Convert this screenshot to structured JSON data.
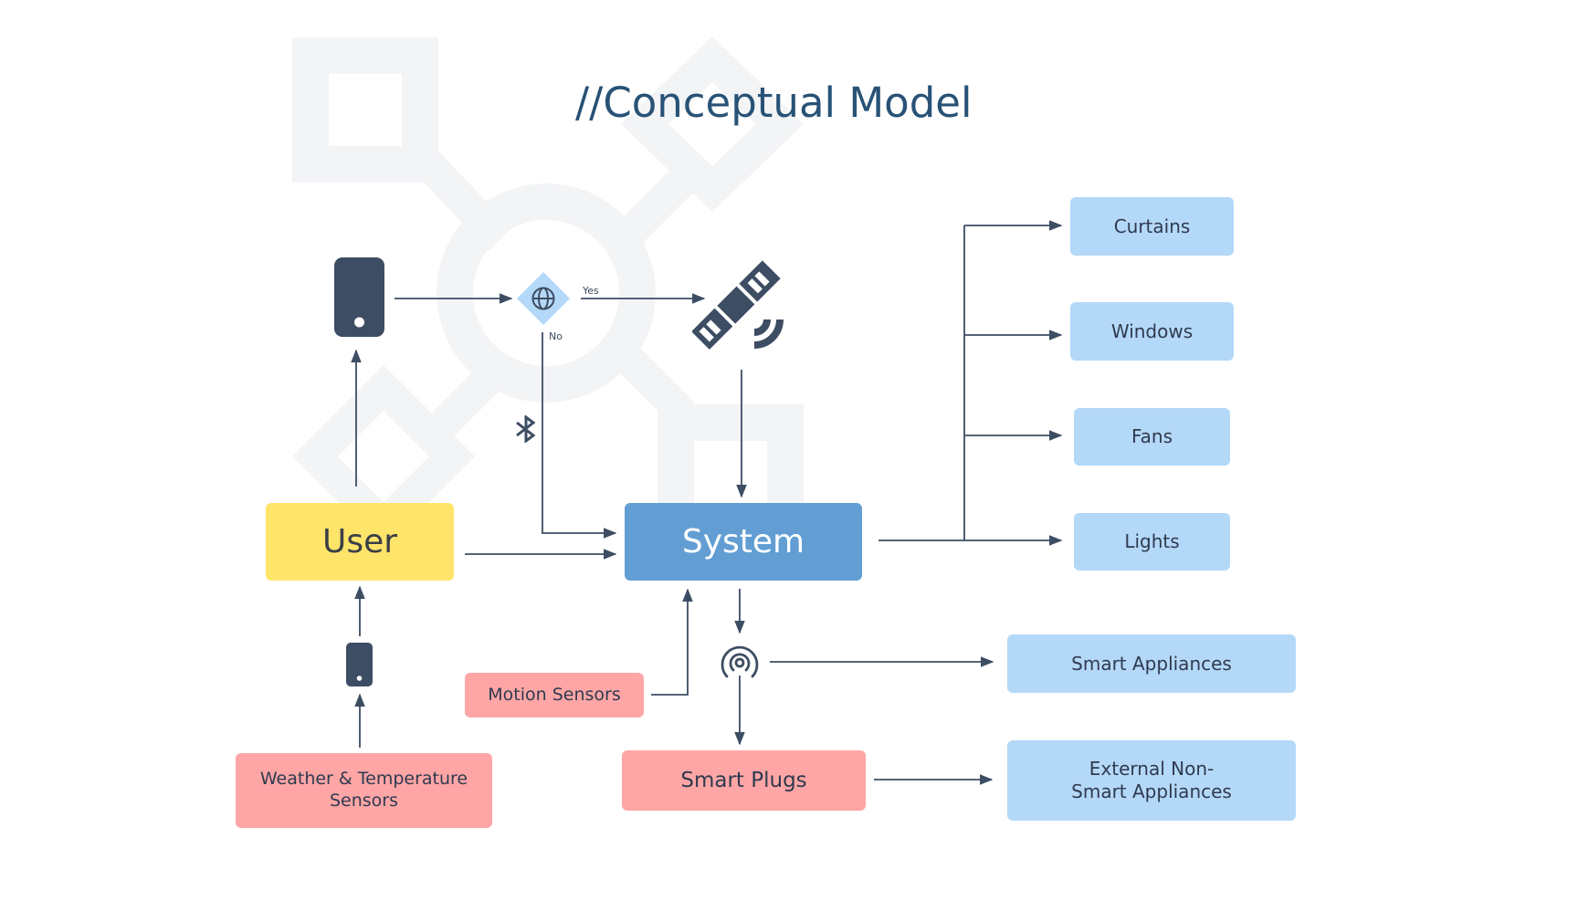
{
  "title": "//Conceptual Model",
  "colors": {
    "ink": "#3d4d63",
    "title": "#285276",
    "user": "#ffe46a",
    "system": "#629ed3",
    "output_node": "#b4d8f8",
    "input_node": "#fea6a6",
    "watermark": "#f3f4f6"
  },
  "nodes": {
    "user": "User",
    "system": "System",
    "curtains": "Curtains",
    "windows": "Windows",
    "fans": "Fans",
    "lights": "Lights",
    "smart_appliances": "Smart Appliances",
    "external": "External Non-Smart Appliances",
    "smart_plugs": "Smart Plugs",
    "motion_sensors": "Motion Sensors",
    "weather_sensors": "Weather & Temperature Sensors"
  },
  "labels": {
    "yes": "Yes",
    "no": "No"
  },
  "icons": {
    "phone": "smartphone-icon",
    "internet": "globe-icon",
    "satellite": "satellite-icon",
    "bluetooth": "bluetooth-icon",
    "antenna": "wireless-signal-icon",
    "hub": "small-device-icon"
  }
}
